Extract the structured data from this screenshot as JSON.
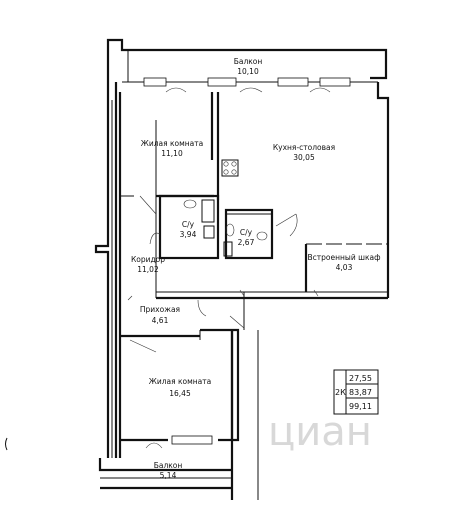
{
  "rooms": {
    "balcony_top": {
      "name": "Балкон",
      "area": "10,10"
    },
    "living_top": {
      "name": "Жилая комната",
      "area": "11,10"
    },
    "kitchen": {
      "name": "Кухня-столовая",
      "area": "30,05"
    },
    "bath1": {
      "name": "С/у",
      "area": "3,94"
    },
    "bath2": {
      "name": "С/у",
      "area": "2,67"
    },
    "corridor": {
      "name": "Коридор",
      "area": "11,02"
    },
    "wardrobe": {
      "name": "Встроенный шкаф",
      "area": "4,03"
    },
    "hall": {
      "name": "Прихожая",
      "area": "4,61"
    },
    "living_bottom": {
      "name": "Жилая комната",
      "area": "16,45"
    },
    "balcony_bottom": {
      "name": "Балкон",
      "area": "5,14"
    }
  },
  "summary": {
    "type": "2К",
    "living_area": "27,55",
    "total_area": "83,87",
    "total_with_balcony": "99,11"
  },
  "watermark": "циан",
  "colors": {
    "line": "#111111",
    "watermark": "#d8d8d8",
    "background": "#ffffff"
  }
}
